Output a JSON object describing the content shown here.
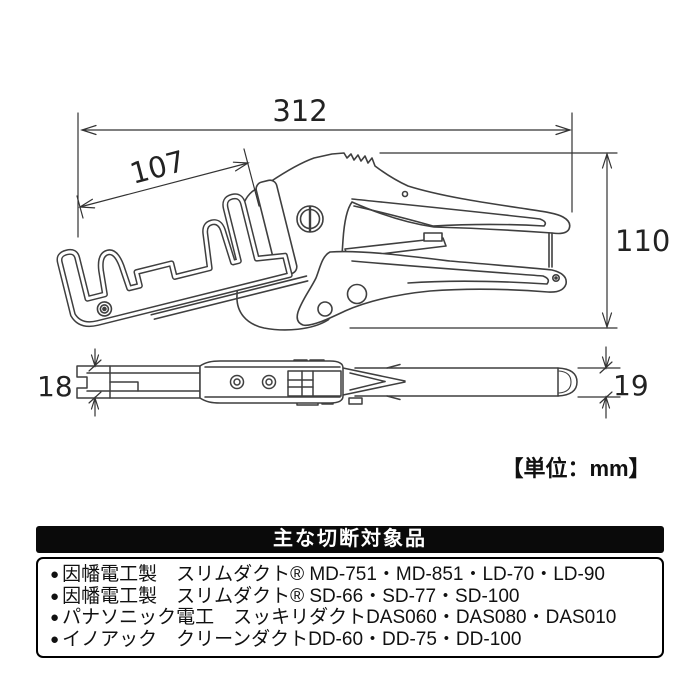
{
  "colors": {
    "background": "#ffffff",
    "line": "#3f3f3f",
    "dim_text": "#222222",
    "table_header_bg": "#0a0a0a",
    "table_header_text": "#ffffff",
    "table_body_text": "#111111"
  },
  "diagram": {
    "dim_overall_length": "312",
    "dim_guide_length": "107",
    "dim_height": "110",
    "dim_head_thickness": "18",
    "dim_handle_thickness": "19",
    "unit_label": "【単位：mm】"
  },
  "table": {
    "header": "主な切断対象品",
    "items": [
      {
        "bullet": "●",
        "text": "因幡電工製　スリムダクト® MD-751・MD-851・LD-70・LD-90"
      },
      {
        "bullet": "●",
        "text": "因幡電工製　スリムダクト® SD-66・SD-77・SD-100"
      },
      {
        "bullet": "●",
        "text": "パナソニック電工　スッキリダクトDAS060・DAS080・DAS010"
      },
      {
        "bullet": "●",
        "text": "イノアック　クリーンダクトDD-60・DD-75・DD-100"
      }
    ]
  }
}
